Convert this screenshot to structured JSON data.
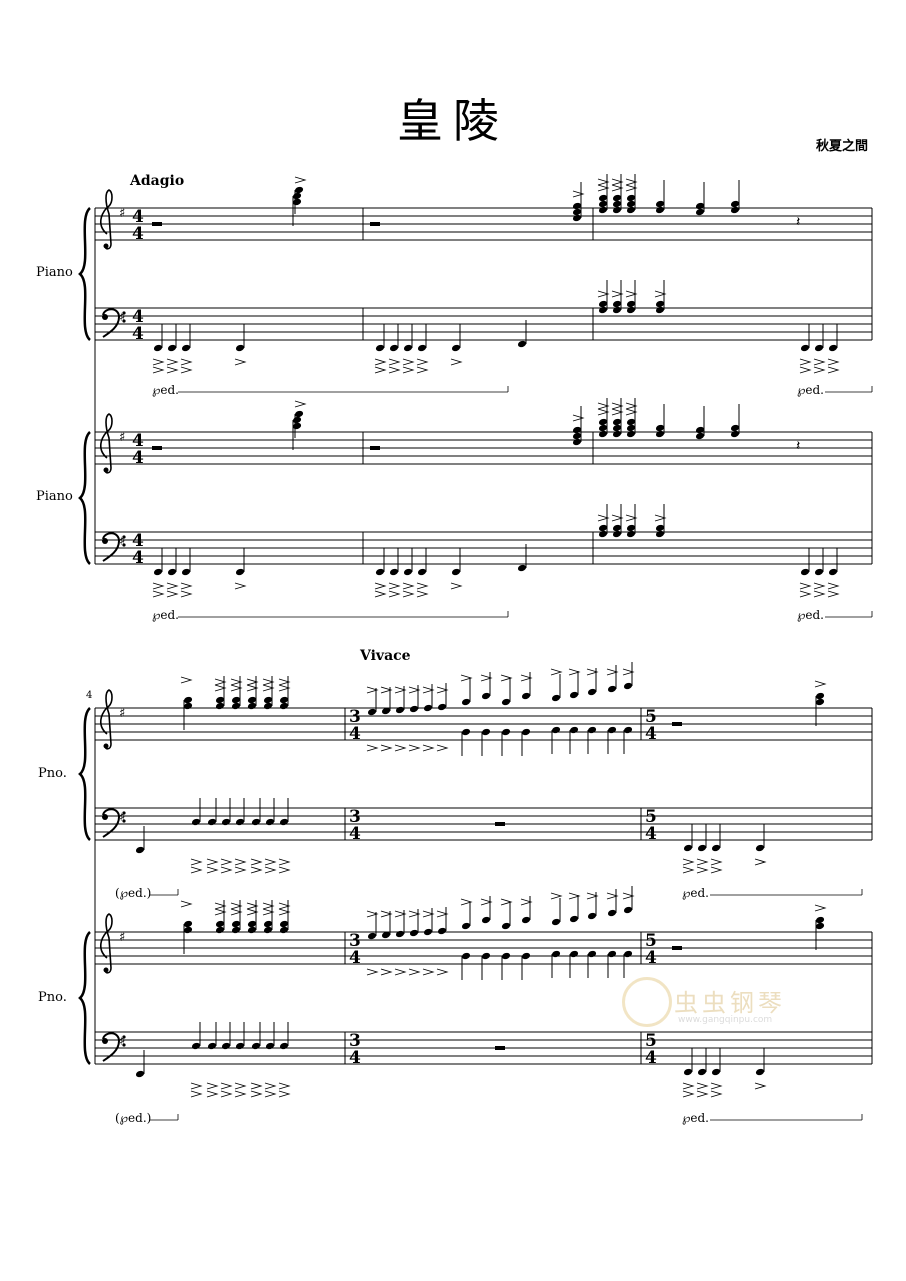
{
  "score": {
    "title": "皇陵",
    "composer": "秋夏之間",
    "tempo_1": "Adagio",
    "tempo_2": "Vivace",
    "instrument_full": "Piano",
    "instrument_short": "Pno.",
    "measure_number_system2": "4",
    "pedal_mark": "℘ed.",
    "pedal_mark_paren": "(℘ed.)",
    "time_signature_1": [
      "4",
      "4"
    ],
    "time_signature_2": [
      "3",
      "4"
    ],
    "time_signature_3": [
      "5",
      "4"
    ]
  },
  "watermark": {
    "brand": "虫虫钢琴",
    "url": "www.gangqinpu.com"
  }
}
